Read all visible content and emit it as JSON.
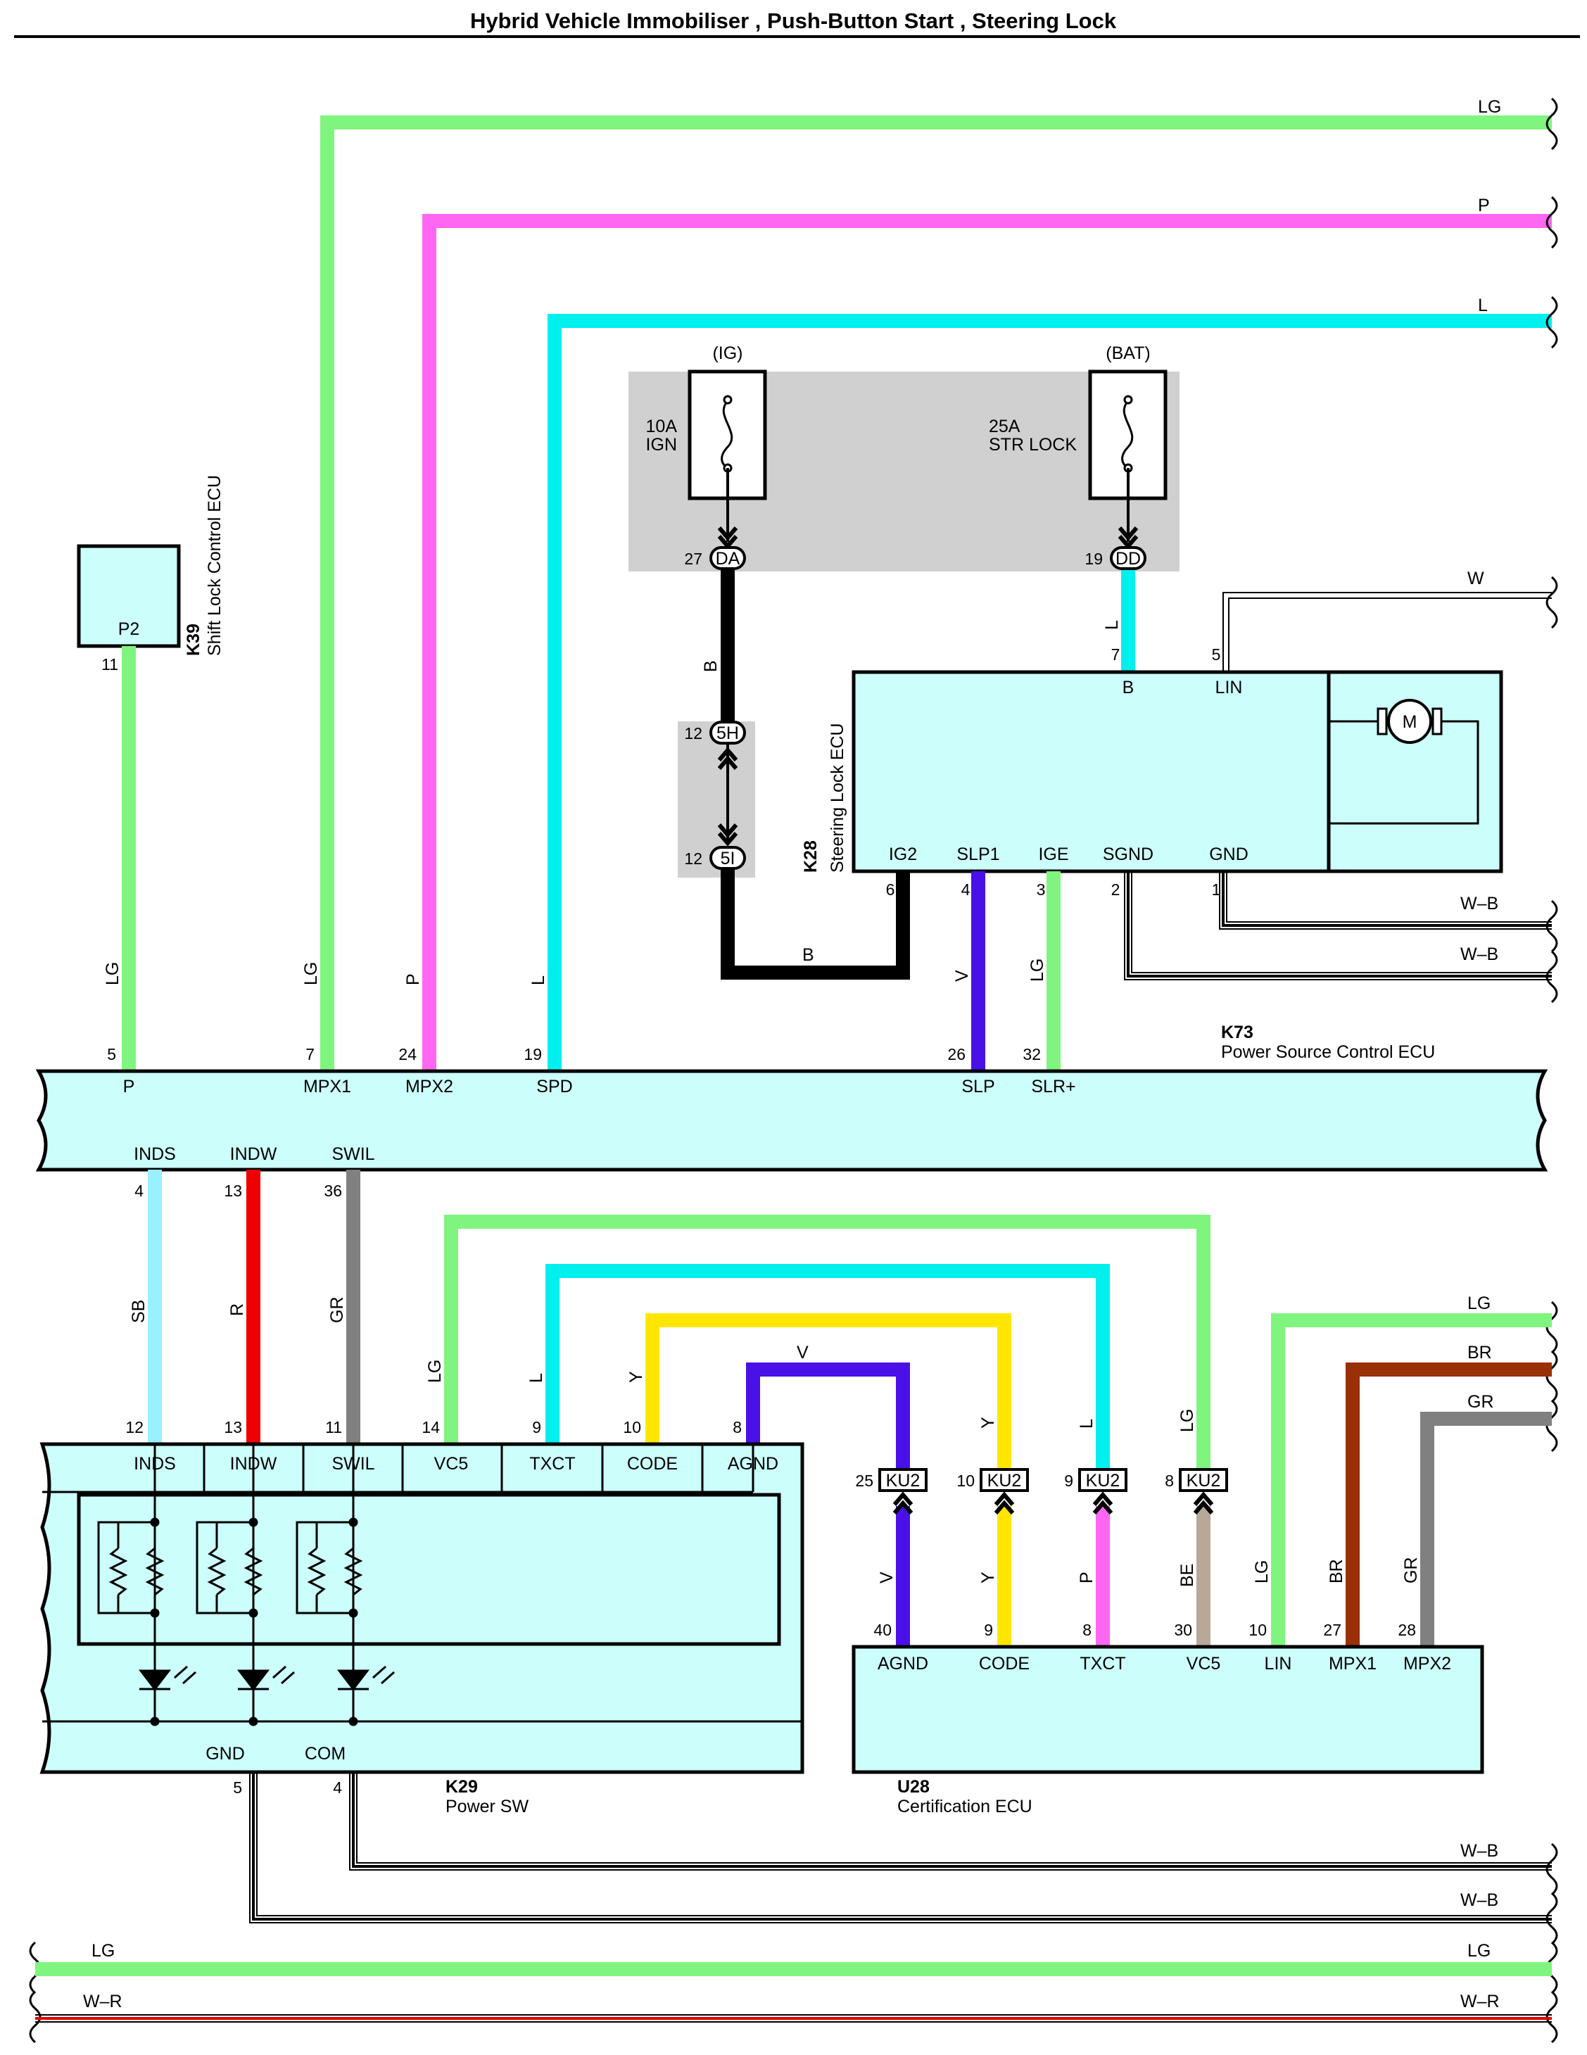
{
  "title": "Hybrid Vehicle Immobiliser , Push-Button Start , Steering Lock",
  "colors": {
    "LG": "#7ff57f",
    "P": "#ff66f2",
    "L": "#00f0f0",
    "B": "#000000",
    "V": "#4a10e8",
    "SB": "#99f0ff",
    "R": "#f00000",
    "GR": "#808080",
    "Y": "#ffe600",
    "BR": "#9a3006",
    "BE": "#b8a898",
    "ecu_fill": "#ccfffb",
    "fuse_box": "#d0d0d0",
    "WR_red": "#e00000"
  },
  "wire_codes": {
    "lg": "LG",
    "p": "P",
    "l": "L",
    "w": "W",
    "b": "B",
    "v": "V",
    "sb": "SB",
    "r": "R",
    "gr": "GR",
    "y": "Y",
    "br": "BR",
    "be": "BE",
    "wb": "W–B",
    "wr": "W–R"
  },
  "fuses": {
    "ign": {
      "source": "(IG)",
      "rating": "10A",
      "name": "IGN",
      "pin": "27",
      "connector": "DA"
    },
    "str": {
      "source": "(BAT)",
      "rating": "25A",
      "name": "STR LOCK",
      "pin": "19",
      "connector": "DD"
    }
  },
  "junction": {
    "top_pin": "12",
    "top_conn": "5H",
    "bot_pin": "12",
    "bot_conn": "5I"
  },
  "k39": {
    "code": "K39",
    "name": "Shift Lock Control ECU",
    "term": "P2",
    "pin": "11"
  },
  "k28": {
    "code": "K28",
    "name": "Steering Lock ECU",
    "motor": "M",
    "top_terms": [
      {
        "name": "B",
        "pin": "7"
      },
      {
        "name": "LIN",
        "pin": "5"
      }
    ],
    "bottom_terms": [
      {
        "name": "IG2",
        "pin": "6"
      },
      {
        "name": "SLP1",
        "pin": "4"
      },
      {
        "name": "IGE",
        "pin": "3"
      },
      {
        "name": "SGND",
        "pin": "2"
      },
      {
        "name": "GND",
        "pin": "1"
      }
    ]
  },
  "k73": {
    "code": "K73",
    "name": "Power Source Control ECU",
    "top_terms": [
      {
        "name": "P",
        "pin": "5"
      },
      {
        "name": "MPX1",
        "pin": "7"
      },
      {
        "name": "MPX2",
        "pin": "24"
      },
      {
        "name": "SPD",
        "pin": "19"
      },
      {
        "name": "SLP",
        "pin": "26"
      },
      {
        "name": "SLR+",
        "pin": "32"
      }
    ],
    "bottom_terms": [
      {
        "name": "INDS",
        "pin": "4"
      },
      {
        "name": "INDW",
        "pin": "13"
      },
      {
        "name": "SWIL",
        "pin": "36"
      }
    ]
  },
  "k29": {
    "code": "K29",
    "name": "Power SW",
    "top_terms": [
      {
        "name": "INDS",
        "pin": "12"
      },
      {
        "name": "INDW",
        "pin": "13"
      },
      {
        "name": "SWIL",
        "pin": "11"
      },
      {
        "name": "VC5",
        "pin": "14"
      },
      {
        "name": "TXCT",
        "pin": "9"
      },
      {
        "name": "CODE",
        "pin": "10"
      },
      {
        "name": "AGND",
        "pin": "8"
      }
    ],
    "bottom_terms": [
      {
        "name": "GND",
        "pin": "5"
      },
      {
        "name": "COM",
        "pin": "4"
      }
    ]
  },
  "ku2": [
    {
      "pin": "25",
      "conn": "KU2"
    },
    {
      "pin": "10",
      "conn": "KU2"
    },
    {
      "pin": "9",
      "conn": "KU2"
    },
    {
      "pin": "8",
      "conn": "KU2"
    }
  ],
  "u28": {
    "code": "U28",
    "name": "Certification ECU",
    "terms": [
      {
        "name": "AGND",
        "pin": "40"
      },
      {
        "name": "CODE",
        "pin": "9"
      },
      {
        "name": "TXCT",
        "pin": "8"
      },
      {
        "name": "VC5",
        "pin": "30"
      },
      {
        "name": "LIN",
        "pin": "10"
      },
      {
        "name": "MPX1",
        "pin": "27"
      },
      {
        "name": "MPX2",
        "pin": "28"
      }
    ]
  }
}
